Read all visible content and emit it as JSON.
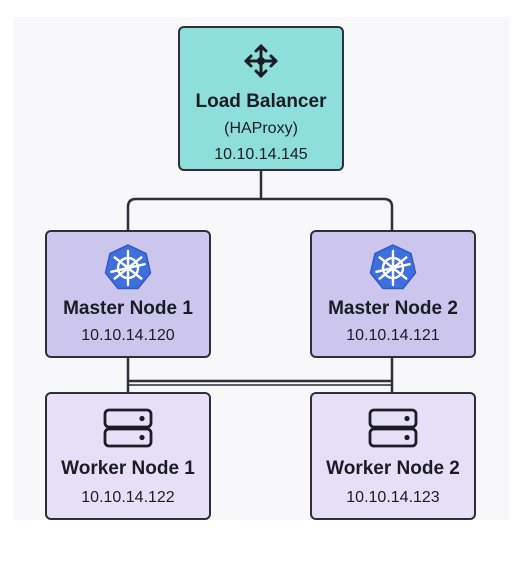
{
  "load_balancer": {
    "title": "Load Balancer",
    "subtitle": "(HAProxy)",
    "ip": "10.10.14.145",
    "icon": "move-arrows-icon",
    "color": "#8edfdc"
  },
  "masters": [
    {
      "title": "Master Node 1",
      "ip": "10.10.14.120",
      "icon": "kubernetes-icon"
    },
    {
      "title": "Master Node 2",
      "ip": "10.10.14.121",
      "icon": "kubernetes-icon"
    }
  ],
  "workers": [
    {
      "title": "Worker Node 1",
      "ip": "10.10.14.122",
      "icon": "server-icon"
    },
    {
      "title": "Worker Node 2",
      "ip": "10.10.14.123",
      "icon": "server-icon"
    }
  ],
  "colors": {
    "master_fill": "#ccc6ef",
    "worker_fill": "#e5e0f8",
    "kubernetes_blue": "#3f6fdd",
    "border": "#2f2f3a"
  }
}
